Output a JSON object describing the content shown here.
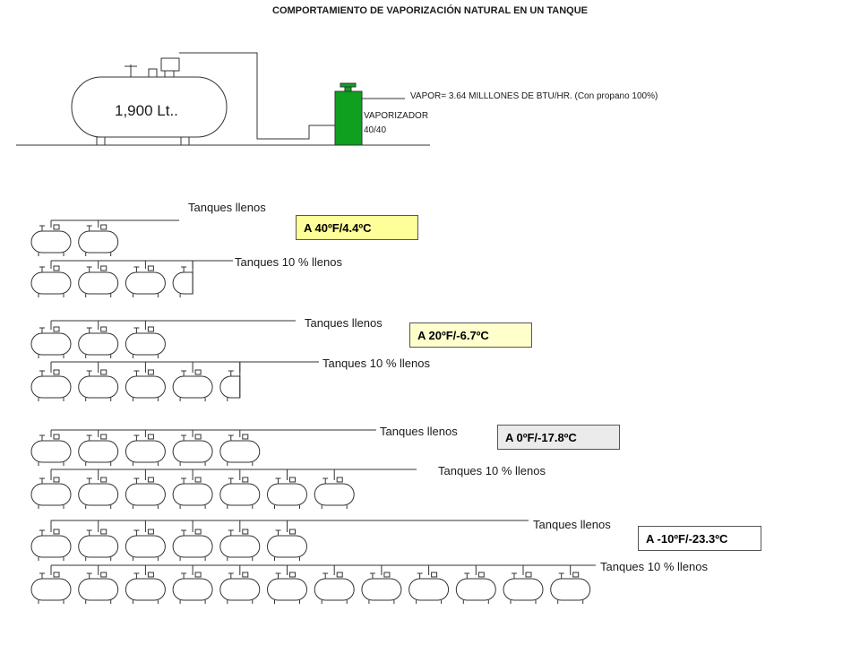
{
  "title": "COMPORTAMIENTO  DE VAPORIZACIÓN NATURAL EN UN TANQUE",
  "main_tank": {
    "capacity_label": "1,900 Lt.."
  },
  "vaporizer": {
    "label_line1": "VAPORIZADOR",
    "label_line2": "40/40",
    "color": "#0fa020"
  },
  "vapor_note": "VAPOR= 3.64 MILLLONES DE BTU/HR. (Con propano 100%)",
  "groups": [
    {
      "temp_label": "A 40ºF/4.4ºC",
      "box_color": "#ffff99",
      "full_label": "Tanques llenos",
      "partial_label": "Tanques 10 % llenos",
      "full_tanks": 2,
      "partial_tanks": 3.5
    },
    {
      "temp_label": "A 20ºF/-6.7ºC",
      "box_color": "#ffffcc",
      "full_label": "Tanques llenos",
      "partial_label": "Tanques 10 % llenos",
      "full_tanks": 3,
      "partial_tanks": 4.5
    },
    {
      "temp_label": "A 0ºF/-17.8ºC",
      "box_color": "#ebebeb",
      "full_label": "Tanques llenos",
      "partial_label": "Tanques 10 % llenos",
      "full_tanks": 5,
      "partial_tanks": 7
    },
    {
      "temp_label": "A -10ºF/-23.3ºC",
      "box_color": "#ffffff",
      "full_label": "Tanques llenos",
      "partial_label": "Tanques 10 % llenos",
      "full_tanks": 6,
      "partial_tanks": 12
    }
  ]
}
